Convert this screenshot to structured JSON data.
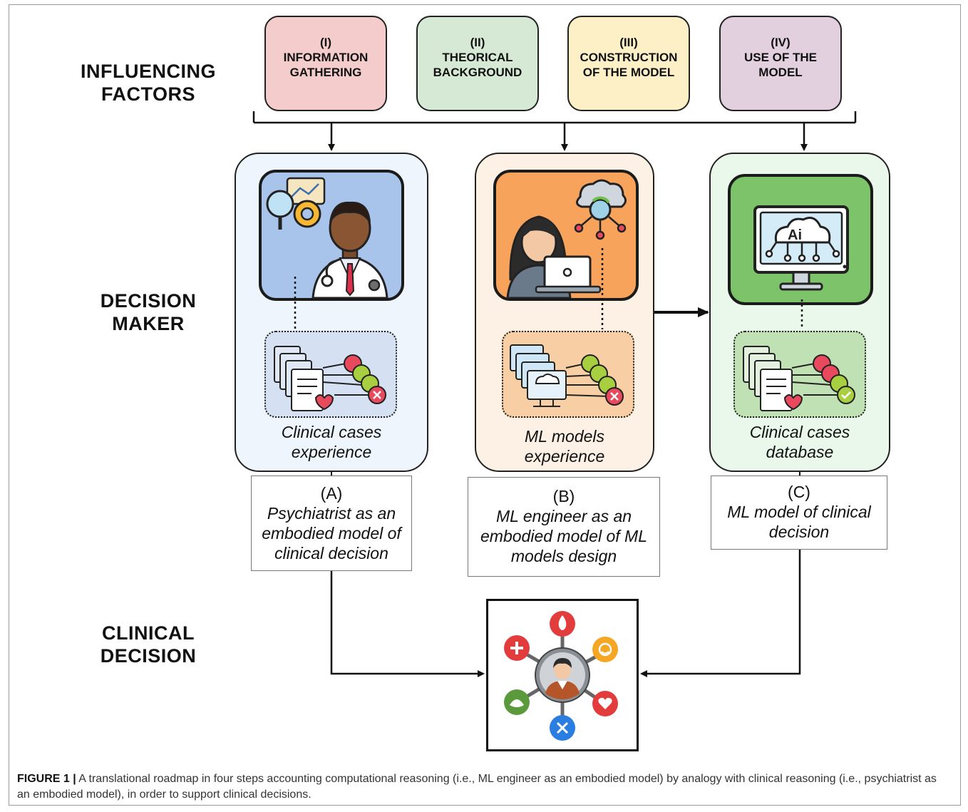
{
  "row_labels": {
    "influencing": [
      "INFLUENCING",
      "FACTORS"
    ],
    "decision_maker": [
      "DECISION",
      "MAKER"
    ],
    "clinical_decision": [
      "CLINICAL",
      "DECISION"
    ]
  },
  "factors": [
    {
      "num": "(I)",
      "lines": [
        "INFORMATION",
        "GATHERING"
      ],
      "color": "#f4cccc"
    },
    {
      "num": "(II)",
      "lines": [
        "THEORICAL",
        "BACKGROUND"
      ],
      "color": "#d6e9d4"
    },
    {
      "num": "(III)",
      "lines": [
        "CONSTRUCTION",
        "OF THE MODEL"
      ],
      "color": "#fdf0c6"
    },
    {
      "num": "(IV)",
      "lines": [
        "USE OF THE",
        "MODEL"
      ],
      "color": "#e3d0df"
    }
  ],
  "panels": [
    {
      "caption": [
        "Clinical cases",
        "experience"
      ],
      "bg": "#eef5fd",
      "icon_bg": "#a9c4ea",
      "cases_bg": "#d5e1f3",
      "icon": "doctor-icon",
      "cases_icon": "clinical-records-icon"
    },
    {
      "caption": [
        "ML models",
        "experience"
      ],
      "bg": "#fdf1e6",
      "icon_bg": "#f7a35c",
      "cases_bg": "#f8cfa4",
      "icon": "engineer-with-laptop-icon",
      "cases_icon": "ai-models-stack-icon"
    },
    {
      "caption": [
        "Clinical cases",
        "database"
      ],
      "bg": "#e9f8ea",
      "icon_bg": "#7cc36a",
      "cases_bg": "#bfe1b4",
      "icon": "ai-computer-icon",
      "cases_icon": "database-records-icon"
    }
  ],
  "roles": [
    {
      "letter": "(A)",
      "desc": [
        "Psychiatrist as an",
        "embodied model of",
        "clinical decision"
      ]
    },
    {
      "letter": "(B)",
      "desc": [
        "ML engineer as an",
        "embodied model of ML",
        "models design"
      ]
    },
    {
      "letter": "(C)",
      "desc": [
        "ML model of clinical",
        "decision"
      ]
    }
  ],
  "clinical_decision_icon": "patient-emotions-hub-icon",
  "figure_caption": {
    "label": "FIGURE 1 |",
    "text": " A translational roadmap in four steps accounting computational reasoning (i.e., ML engineer as an embodied model) by analogy with clinical reasoning (i.e., psychiatrist as an embodied model), in order to support clinical decisions."
  }
}
